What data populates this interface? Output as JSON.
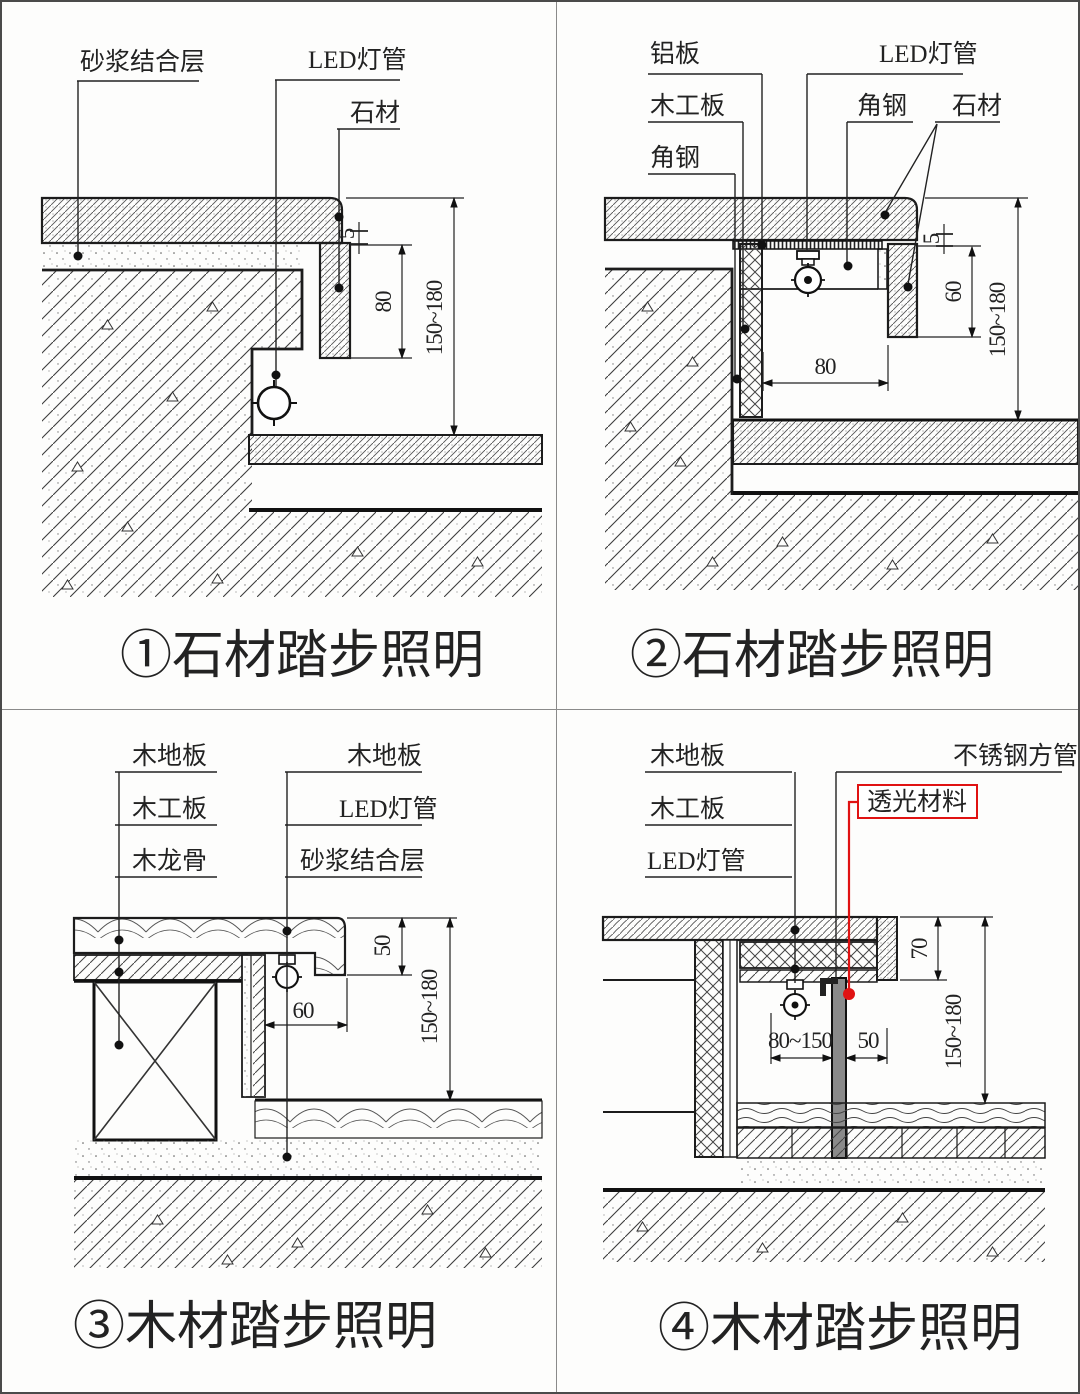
{
  "page": {
    "caption_color": "#c9201d",
    "leader_red": "#e01212",
    "line_color": "#1c1c1c"
  },
  "panels": [
    {
      "caption": "①石材踏步照明",
      "labels": {
        "mortar_layer": "砂浆结合层",
        "led_tube": "LED灯管",
        "stone": "石材"
      },
      "dims": {
        "lip": "5",
        "depth": "80",
        "height": "150~180"
      }
    },
    {
      "caption": "②石材踏步照明",
      "labels": {
        "aluminum_plate": "铝板",
        "plywood": "木工板",
        "angle_steel_left": "角钢",
        "led_tube": "LED灯管",
        "angle_steel_right": "角钢",
        "stone": "石材"
      },
      "dims": {
        "lip": "5",
        "drop": "60",
        "depth": "80",
        "height": "150~180"
      }
    },
    {
      "caption": "③木材踏步照明",
      "labels": {
        "wood_floor_left": "木地板",
        "plywood": "木工板",
        "wood_joist": "木龙骨",
        "wood_floor_right": "木地板",
        "led_tube": "LED灯管",
        "mortar_layer": "砂浆结合层"
      },
      "dims": {
        "tread": "50",
        "recess": "60",
        "height": "150~180"
      }
    },
    {
      "caption": "④木材踏步照明",
      "labels": {
        "wood_floor": "木地板",
        "plywood": "木工板",
        "led_tube": "LED灯管",
        "steel_tube": "不锈钢方管",
        "translucent": "透光材料"
      },
      "dims": {
        "recess": "80~150",
        "slot": "50",
        "tread": "70",
        "height": "150~180"
      }
    }
  ]
}
